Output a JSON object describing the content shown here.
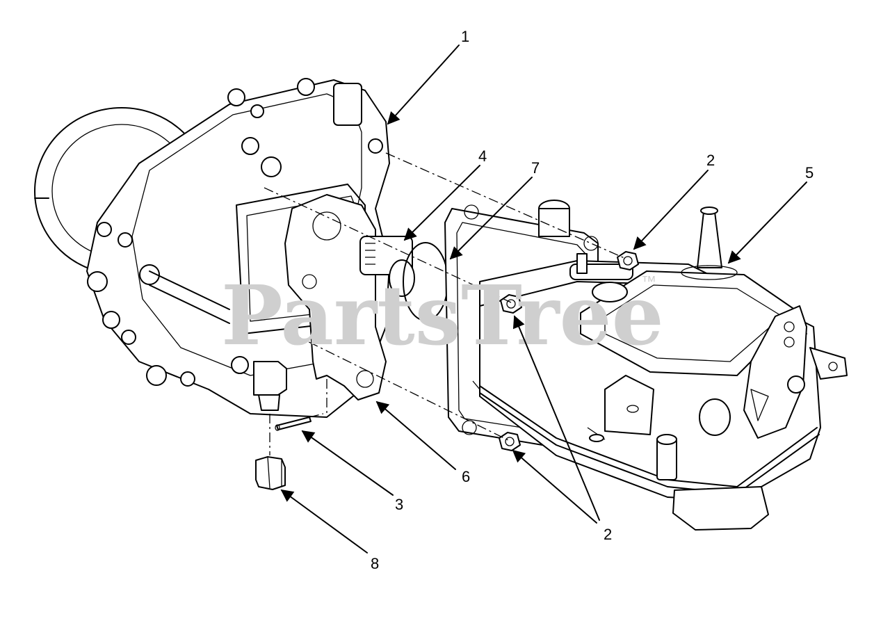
{
  "watermark": {
    "text": "PartsTree",
    "trademark": "™"
  },
  "callouts": [
    {
      "id": "c1",
      "label": "1"
    },
    {
      "id": "c2a",
      "label": "2"
    },
    {
      "id": "c2b",
      "label": "2"
    },
    {
      "id": "c3",
      "label": "3"
    },
    {
      "id": "c4",
      "label": "4"
    },
    {
      "id": "c5",
      "label": "5"
    },
    {
      "id": "c6",
      "label": "6"
    },
    {
      "id": "c7",
      "label": "7"
    },
    {
      "id": "c8",
      "label": "8"
    }
  ]
}
